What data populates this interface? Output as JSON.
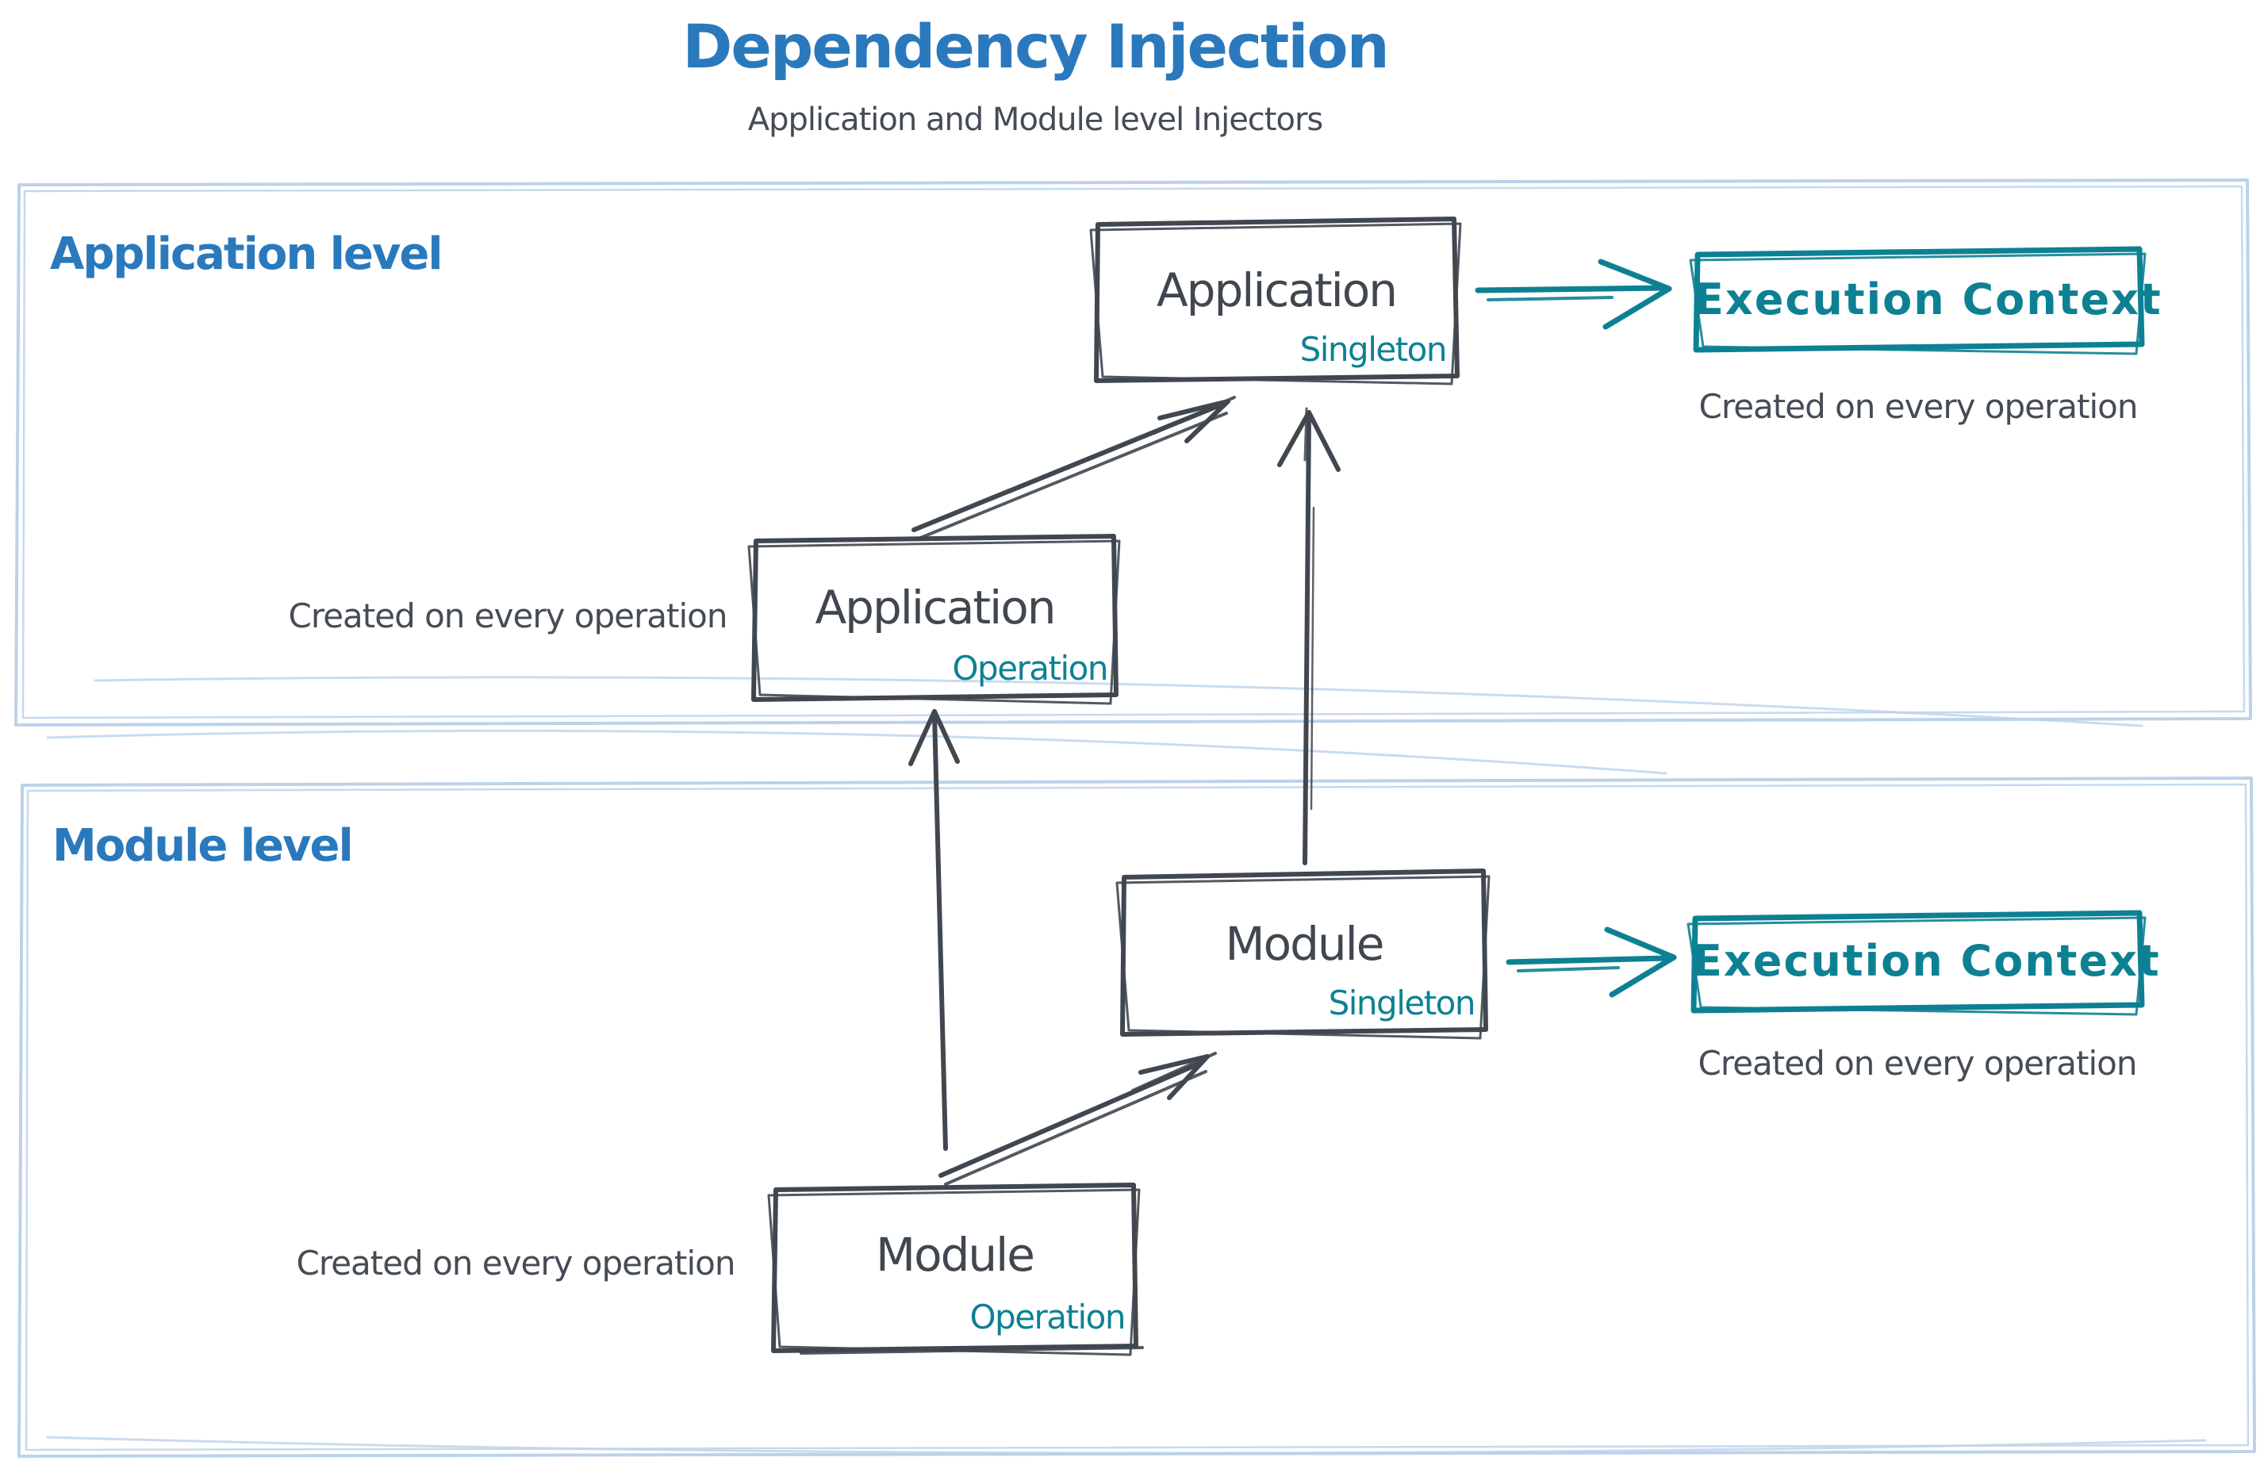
{
  "title": "Dependency Injection",
  "subtitle": "Application and Module level Injectors",
  "colors": {
    "accent_blue": "#2a79bd",
    "teal": "#0d8193",
    "stroke_dark": "#40474f",
    "note_gray": "#454c55",
    "section_border": "#bcd2ea"
  },
  "application_level": {
    "label": "Application level",
    "singleton_box": {
      "name": "Application",
      "scope": "Singleton"
    },
    "operation_box": {
      "name": "Application",
      "scope": "Operation"
    },
    "operation_note": "Created on every operation",
    "execution_context": {
      "label": "Execution Context",
      "note": "Created on every operation"
    }
  },
  "module_level": {
    "label": "Module level",
    "singleton_box": {
      "name": "Module",
      "scope": "Singleton"
    },
    "operation_box": {
      "name": "Module",
      "scope": "Operation"
    },
    "operation_note": "Created on every operation",
    "execution_context": {
      "label": "Execution Context",
      "note": "Created on every operation"
    }
  }
}
